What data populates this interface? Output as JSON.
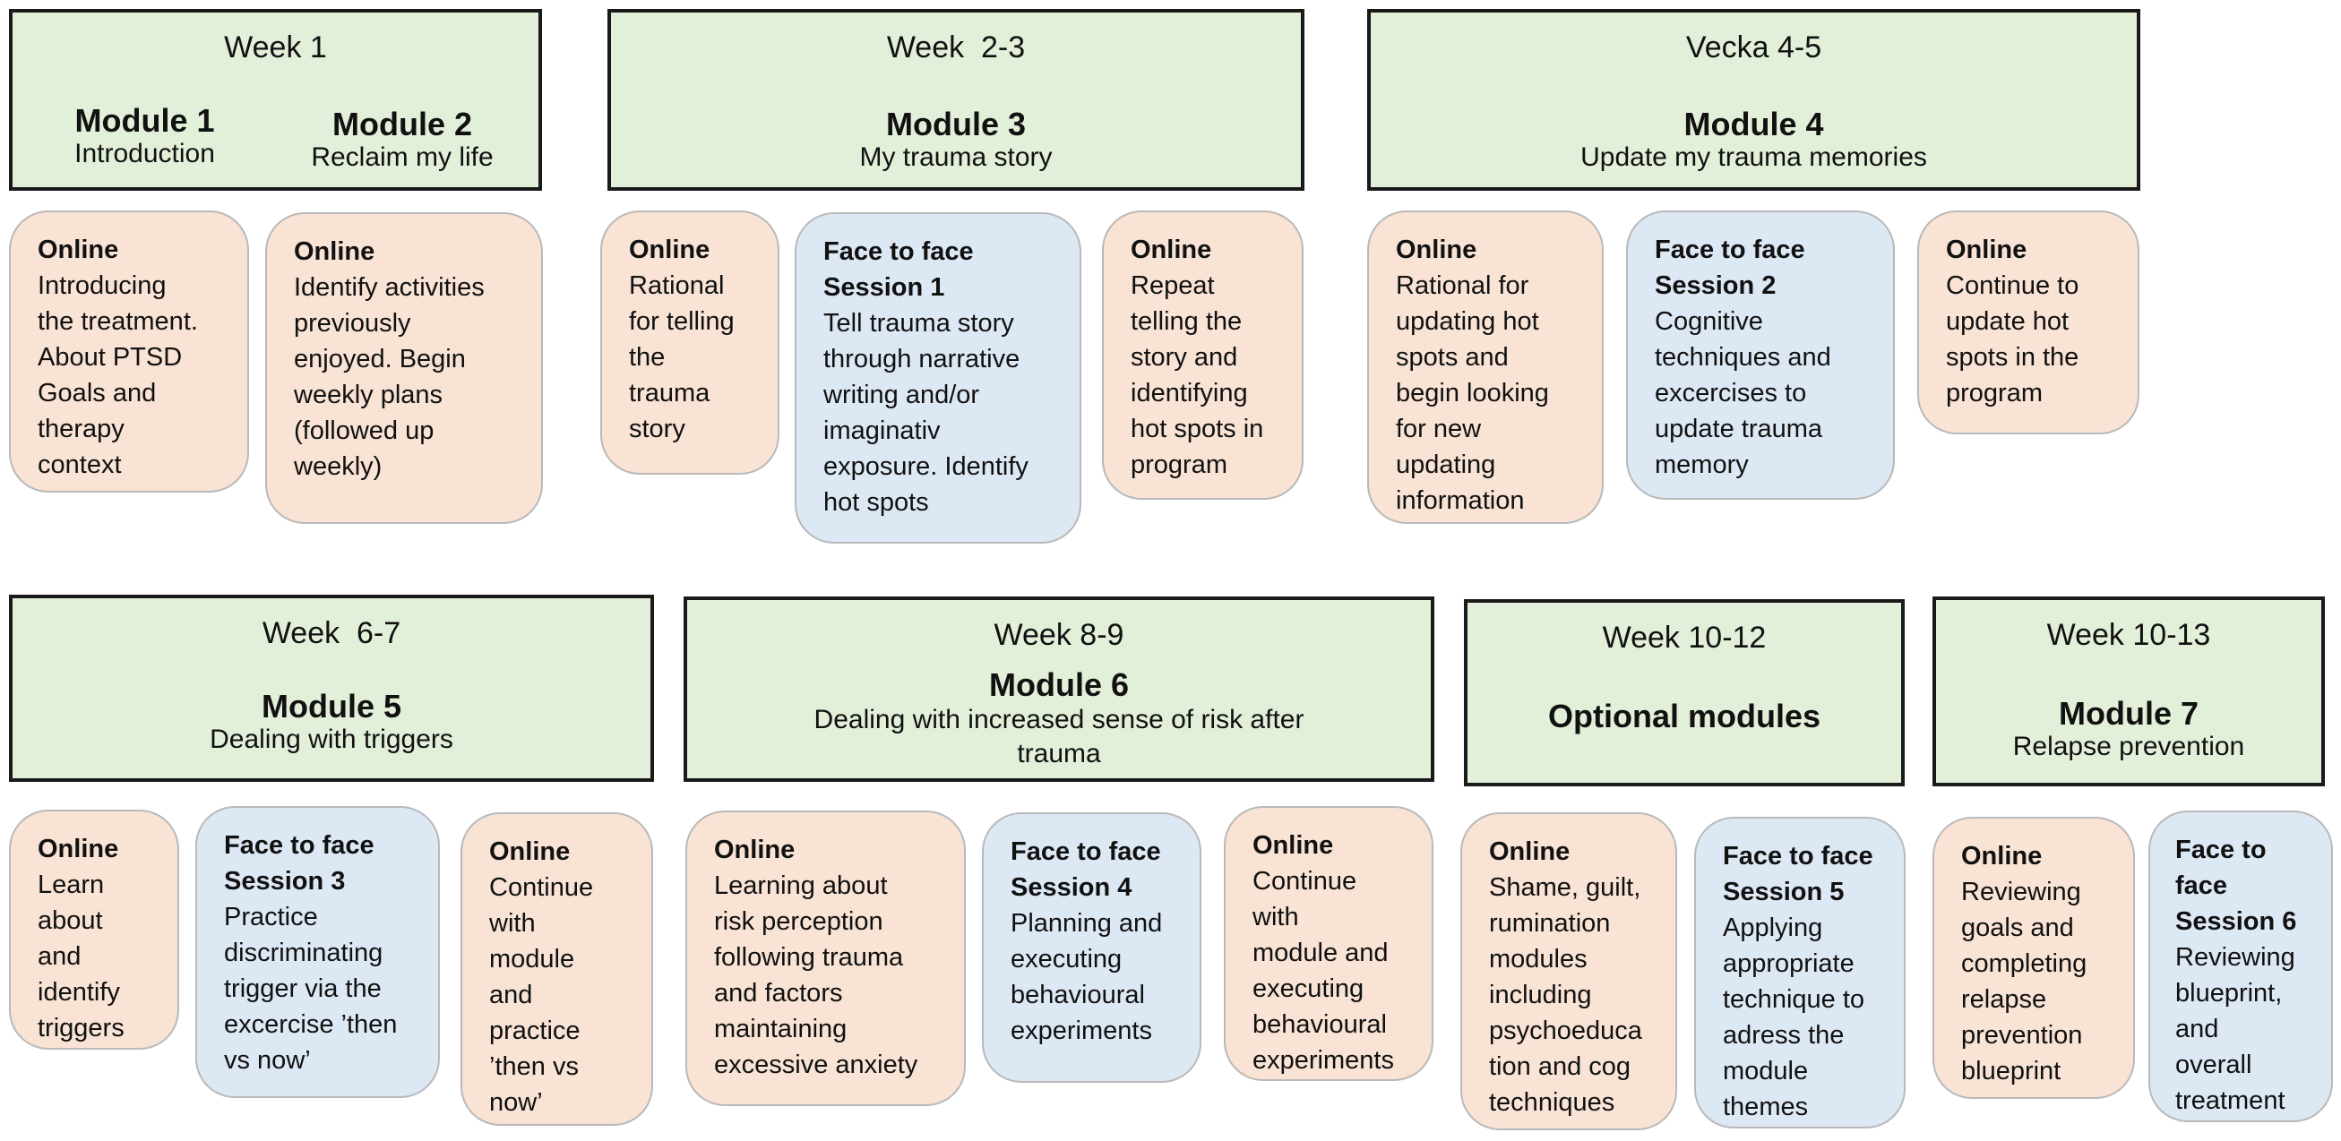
{
  "headers": {
    "w1": {
      "week": "Week 1",
      "modules": [
        {
          "name": "Module 1",
          "subtitle": "Introduction"
        },
        {
          "name": "Module 2",
          "subtitle": "Reclaim my life"
        }
      ]
    },
    "w23": {
      "week": "Week  2-3",
      "name": "Module 3",
      "subtitle": "My trauma story"
    },
    "w45": {
      "week": "Vecka 4-5",
      "name": "Module 4",
      "subtitle": "Update my trauma memories"
    },
    "w67": {
      "week": "Week  6-7",
      "name": "Module 5",
      "subtitle": "Dealing with triggers"
    },
    "w89": {
      "week": "Week 8-9",
      "name": "Module 6",
      "subtitle": "Dealing with increased sense of risk after\ntrauma"
    },
    "w1012": {
      "week": "Week 10-12",
      "name": "Optional modules"
    },
    "w1013": {
      "week": "Week 10-13",
      "name": "Module 7",
      "subtitle": "Relapse prevention"
    }
  },
  "cards": [
    {
      "title": "Online",
      "body": "Introducing\nthe treatment.\nAbout PTSD\nGoals and\ntherapy\ncontext"
    },
    {
      "title": "Online",
      "body": "Identify activities\npreviously\nenjoyed. Begin\nweekly plans\n(followed up\nweekly)"
    },
    {
      "title": "Online",
      "body": "Rational\nfor telling\nthe\ntrauma\nstory"
    },
    {
      "title": "Face to face\nSession 1",
      "body": "Tell trauma story\nthrough narrative\nwriting and/or\nimaginativ\nexposure. Identify\nhot spots"
    },
    {
      "title": "Online",
      "body": "Repeat\ntelling the\nstory and\nidentifying\nhot spots in\nprogram"
    },
    {
      "title": "Online",
      "body": "Rational for\nupdating hot\nspots and\nbegin looking\nfor new\nupdating\ninformation"
    },
    {
      "title": "Face to face\nSession 2",
      "body": "Cognitive\ntechniques and\nexcercises to\nupdate trauma\nmemory"
    },
    {
      "title": "Online",
      "body": "Continue to\nupdate hot\nspots in the\nprogram"
    },
    {
      "title": "Online",
      "body": "Learn\nabout\nand\nidentify\ntriggers"
    },
    {
      "title": "Face to face\nSession 3",
      "body": "Practice\ndiscriminating\ntrigger via the\nexcercise ’then\nvs now’"
    },
    {
      "title": "Online",
      "body": "Continue\nwith\nmodule\nand\npractice\n’then vs\nnow’"
    },
    {
      "title": "Online",
      "body": "Learning about\nrisk perception\nfollowing trauma\nand factors\nmaintaining\nexcessive anxiety"
    },
    {
      "title": "Face to face\nSession 4",
      "body": "Planning and\nexecuting\nbehavioural\nexperiments"
    },
    {
      "title": "Online",
      "body": "Continue\nwith\nmodule and\nexecuting\nbehavioural\nexperiments"
    },
    {
      "title": "Online",
      "body": "Shame, guilt,\nrumination\nmodules\nincluding\npsychoeduca\ntion and cog\ntechniques"
    },
    {
      "title": "Face to face\nSession 5",
      "body": "Applying\nappropriate\ntechnique to\nadress the\nmodule\nthemes"
    },
    {
      "title": "Online",
      "body": "Reviewing\ngoals and\ncompleting\nrelapse\nprevention\nblueprint"
    },
    {
      "title": "Face to\nface\nSession 6",
      "body": "Reviewing\nblueprint,\nand\noverall\ntreatment"
    }
  ],
  "colors": {
    "header_fill": "#e2efd9",
    "online_fill": "#f8e3d4",
    "face_fill": "#dde8f5"
  }
}
